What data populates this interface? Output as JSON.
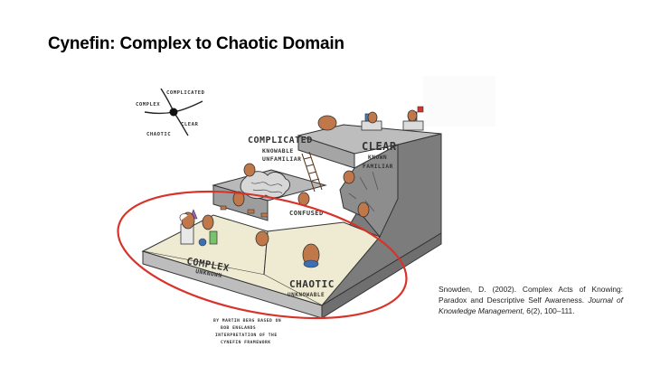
{
  "slide": {
    "title": "Cynefin: Complex to Chaotic Domain"
  },
  "mini_diagram": {
    "complicated": "COMPLICATED",
    "complex": "COMPLEX",
    "clear": "CLEAR",
    "chaotic": "CHAOTIC"
  },
  "illustration": {
    "complicated": {
      "title": "COMPLICATED",
      "sub1": "KNOWABLE",
      "sub2": "UNFAMILIAR"
    },
    "clear": {
      "title": "CLEAR",
      "sub1": "KNOWN",
      "sub2": "FAMILIAR"
    },
    "complex": {
      "title": "COMPLEX",
      "sub1": "UNKNOWN"
    },
    "chaotic": {
      "title": "CHAOTIC",
      "sub1": "UNKNOWABLE"
    },
    "confused": "CONFUSED",
    "credit": [
      "BY MARTIN BERG BASED ON",
      "BOB ENGLANDS",
      "INTERPRETATION OF THE",
      "CYNEFIN FRAMEWORK"
    ]
  },
  "citation": {
    "pre": "Snowden, D. (2002). Complex Acts of Knowing: Paradox and Descriptive Self Awareness. ",
    "journal": "Journal of Knowledge Management",
    "post": ", 6(2), 100–111."
  },
  "colors": {
    "highlight_ellipse": "#d8332a",
    "ground": "#eeebd2",
    "rock": "#9a9a9a",
    "character": "#c0784a"
  }
}
